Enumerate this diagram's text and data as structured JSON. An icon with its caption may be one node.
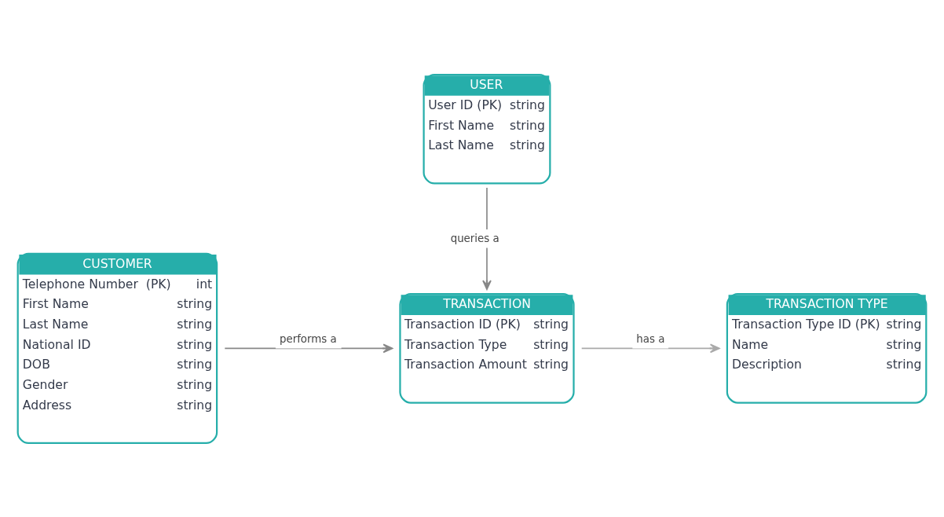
{
  "diagram": {
    "nodes": [
      {
        "text": [
          "CUSTOMER",
          "Telephone Number  (PK)",
          "int",
          "First Name",
          "string",
          "Last Name",
          "string",
          "National ID",
          "string",
          "DOB",
          "string",
          "Gender",
          "string",
          "Address",
          "string"
        ]
      },
      {
        "text": [
          "TRANSACTION",
          "Transaction ID (PK)",
          "string",
          "Transaction Type",
          "string",
          "Transaction Amount",
          "string"
        ]
      },
      {
        "text": [
          "TRANSACTION TYPE",
          "Transaction Type ID (PK)",
          "string",
          "Name",
          "string",
          "Description",
          "string"
        ]
      },
      {
        "text": [
          "USER",
          "User ID (PK)",
          "string",
          "First Name",
          "string",
          "Last Name",
          "string"
        ]
      }
    ],
    "edges": [
      {
        "from": 0,
        "to": 1,
        "arrow": "to",
        "label": "performs a"
      },
      {
        "from": 1,
        "to": 2,
        "arrow": "to",
        "label": "has a",
        "color": "#aaaaaa"
      },
      {
        "from": 3,
        "to": 1,
        "arrow": "to",
        "label": "queries a"
      }
    ]
  }
}
